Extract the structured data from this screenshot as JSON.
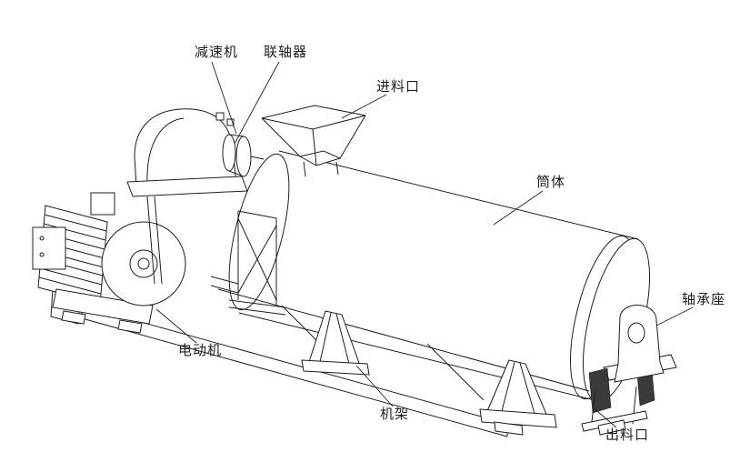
{
  "colors": {
    "ink": "#1f1f1f",
    "shadow": "#3a3a3a",
    "background": "#ffffff"
  },
  "diagram": {
    "type": "engineering-line-drawing",
    "subject": "drum granulator machine"
  },
  "labels": {
    "reducer": "减速机",
    "coupling": "联轴器",
    "inlet": "进料口",
    "drum": "筒体",
    "bearing_seat": "轴承座",
    "outlet": "出料口",
    "frame": "机架",
    "motor": "电动机"
  }
}
